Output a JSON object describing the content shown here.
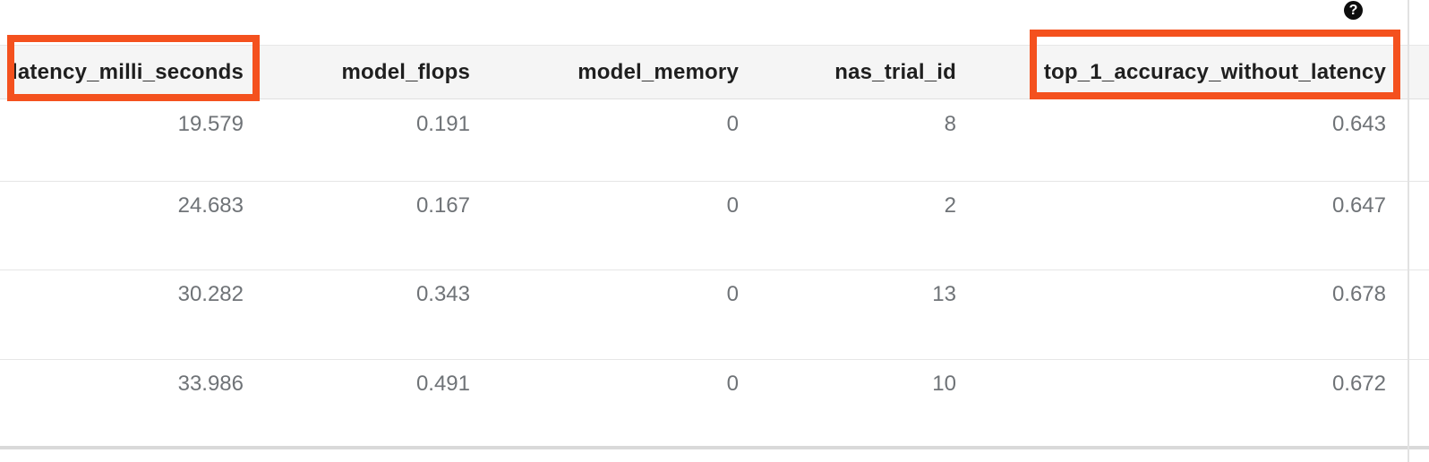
{
  "colors": {
    "highlight_box": "#F4511E",
    "header_bg": "#F5F5F5",
    "header_text": "#1F1F1F",
    "cell_text": "#6F7377",
    "row_divider": "#E6E6E6",
    "help_icon_bg": "#0D0D0D"
  },
  "help": {
    "glyph": "?"
  },
  "table": {
    "columns": [
      {
        "label": "latency_milli_seconds",
        "highlighted": true
      },
      {
        "label": "model_flops",
        "highlighted": false
      },
      {
        "label": "model_memory",
        "highlighted": false
      },
      {
        "label": "nas_trial_id",
        "highlighted": false
      },
      {
        "label": "top_1_accuracy_without_latency",
        "highlighted": true
      }
    ],
    "rows": [
      [
        "19.579",
        "0.191",
        "0",
        "8",
        "0.643"
      ],
      [
        "24.683",
        "0.167",
        "0",
        "2",
        "0.647"
      ],
      [
        "30.282",
        "0.343",
        "0",
        "13",
        "0.678"
      ],
      [
        "33.986",
        "0.491",
        "0",
        "10",
        "0.672"
      ]
    ]
  }
}
